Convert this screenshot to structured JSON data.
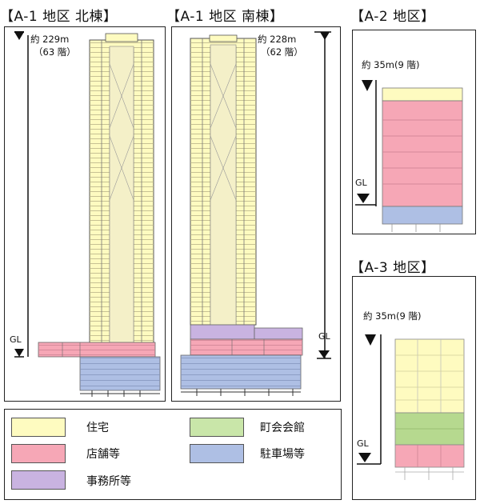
{
  "panels": {
    "north": {
      "title": "【A-1 地区 北棟】",
      "height": "約 229m",
      "floors": "（63 階）",
      "gl": "GL"
    },
    "south": {
      "title": "【A-1 地区 南棟】",
      "height": "約 228m",
      "floors": "（62 階）",
      "gl": "GL"
    },
    "a2": {
      "title": "【A-2 地区】",
      "height": "約 35m(9 階)",
      "gl": "GL"
    },
    "a3": {
      "title": "【A-3 地区】",
      "height": "約 35m(9 階)",
      "gl": "GL"
    }
  },
  "legend": [
    {
      "label": "住宅",
      "color": "#fefbc0"
    },
    {
      "label": "店舗等",
      "color": "#f6a7b6"
    },
    {
      "label": "事務所等",
      "color": "#c9b3e1"
    },
    {
      "label": "町会会館",
      "color": "#c9e6a9"
    },
    {
      "label": "駐車場等",
      "color": "#aebfe4"
    }
  ],
  "colors": {
    "residential": "#fefbc0",
    "retail": "#f6a7b6",
    "office": "#c9b3e1",
    "hall": "#c9e6a9",
    "parking": "#aebfe4"
  }
}
